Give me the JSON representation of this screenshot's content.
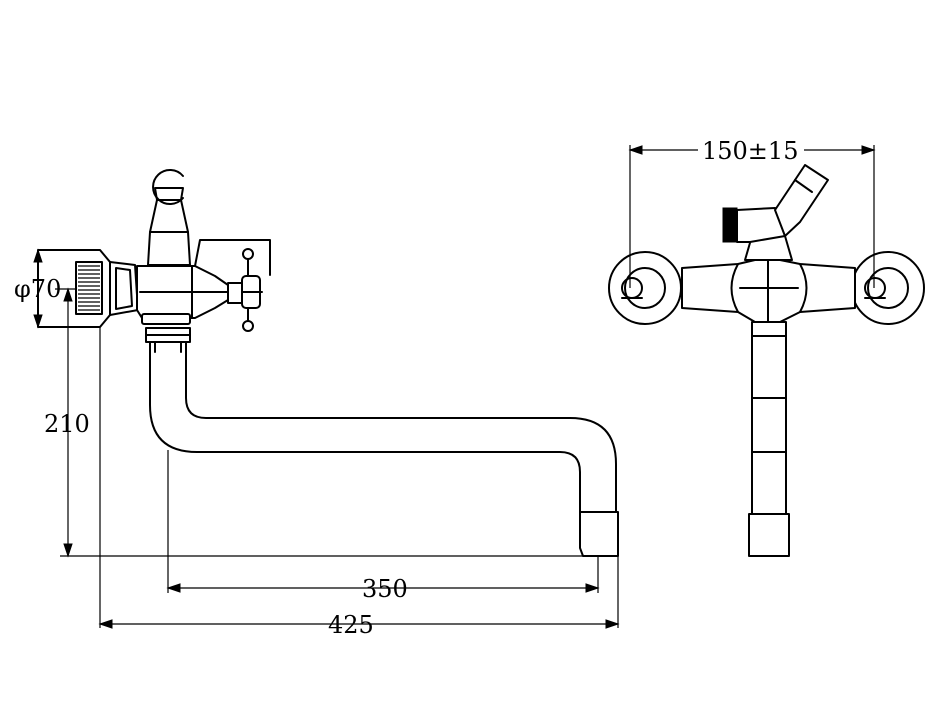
{
  "drawing": {
    "dimensions": {
      "diameter": "φ70",
      "height": "210",
      "spout_reach": "350",
      "overall_length": "425",
      "center_distance": "150±15"
    }
  }
}
